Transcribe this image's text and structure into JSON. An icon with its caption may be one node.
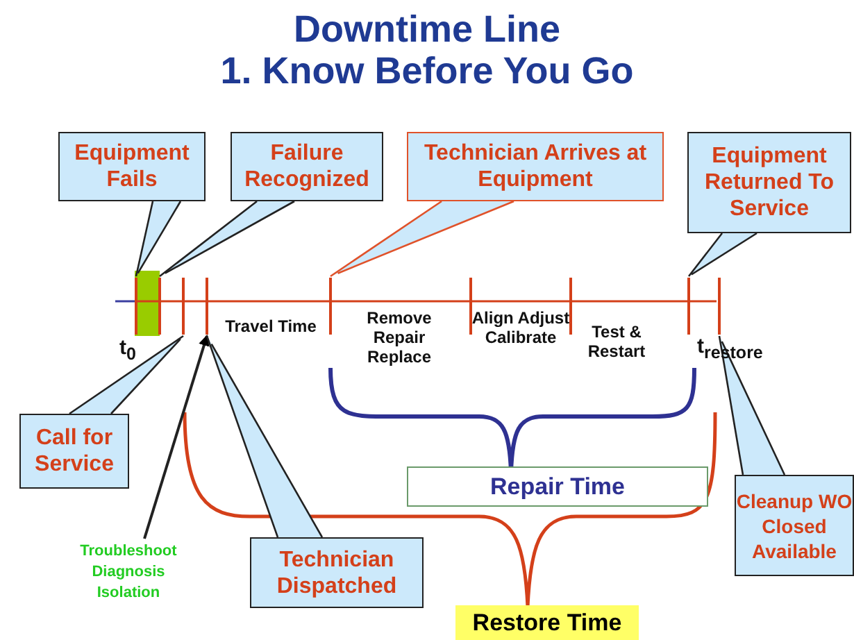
{
  "diagram": {
    "title": "Downtime Line",
    "nodes": [
      {
        "text": [
          "Equipment Fails"
        ]
      },
      {
        "text": [
          "Failure Recognized"
        ]
      },
      {
        "text": [
          "Technician Arrives at Equipment"
        ]
      },
      {
        "text": [
          "Equipment Returned To Service"
        ]
      },
      {
        "text": [
          "Call for Service"
        ]
      },
      {
        "text": [
          "Troubleshoot Diagnosis Isolation"
        ]
      },
      {
        "text": [
          "Technician Dispatched"
        ]
      },
      {
        "text": [
          "Repair Time"
        ]
      },
      {
        "text": [
          "Cleanup WO Closed Available"
        ]
      },
      {
        "text": [
          "Restore Time"
        ]
      },
      {
        "text": [],
        "shape": "bar"
      },
      {
        "text": [],
        "shape": "bar"
      },
      {
        "text": [],
        "shape": "bar"
      },
      {
        "text": [],
        "shape": "bar"
      },
      {
        "text": [],
        "shape": "bar"
      },
      {
        "text": [],
        "shape": "bar"
      },
      {
        "text": [],
        "shape": "bar"
      },
      {
        "text": [],
        "shape": "bar"
      },
      {
        "text": [],
        "shape": "bar"
      }
    ],
    "edges": [
      {
        "from": 0,
        "to": 10,
        "arrow": "none"
      },
      {
        "from": 1,
        "to": 11,
        "arrow": "none"
      },
      {
        "from": 2,
        "to": 14,
        "arrow": "none",
        "color": "#e0522a"
      },
      {
        "from": 3,
        "to": 17,
        "arrow": "none"
      },
      {
        "from": 4,
        "to": 12,
        "arrow": "none"
      },
      {
        "from": 5,
        "to": 13,
        "arrow": "to"
      },
      {
        "from": 6,
        "to": 13,
        "arrow": "none"
      },
      {
        "from": 8,
        "to": 18,
        "arrow": "none"
      }
    ],
    "labels": [
      "1. Know Before You Go",
      "t$_{0}$",
      "Travel Time",
      "Remove Repair Replace",
      "Align Adjust Calibrate",
      "Test & Restart",
      "t$_{restore}$"
    ]
  }
}
